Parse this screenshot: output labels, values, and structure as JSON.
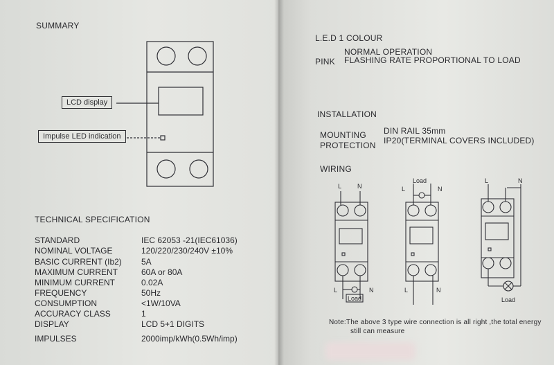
{
  "left_page": {
    "summary_heading": "SUMMARY",
    "callouts": {
      "lcd": "LCD display",
      "impulse": "Impulse LED indication"
    },
    "tech_heading": "TECHNICAL SPECIFICATION",
    "specs": [
      {
        "label": "STANDARD",
        "value": "IEC 62053 -21(IEC61036)"
      },
      {
        "label": "NOMINAL VOLTAGE",
        "value": "120/220/230/240V  ±10%"
      },
      {
        "label": "BASIC CURRENT  (Ib2)",
        "value": "5A"
      },
      {
        "label": "MAXIMUM CURRENT",
        "value": "60A or 80A"
      },
      {
        "label": "MINIMUM CURRENT",
        "value": "0.02A"
      },
      {
        "label": "FREQUENCY",
        "value": "50Hz"
      },
      {
        "label": "CONSUMPTION",
        "value": "<1W/10VA"
      },
      {
        "label": "ACCURACY CLASS",
        "value": "1"
      },
      {
        "label": "DISPLAY",
        "value": "LCD  5+1  DIGITS"
      },
      {
        "label": "IMPULSES",
        "value": "2000imp/kWh(0.5Wh/imp)"
      }
    ]
  },
  "right_page": {
    "led_heading": "L.E.D 1 COLOUR",
    "led_color": "PINK",
    "led_normal": "NORMAL OPERATION",
    "led_flashing": "FLASHING RATE PROPORTIONAL TO LOAD",
    "installation_heading": "INSTALLATION",
    "mounting_label": "MOUNTING",
    "mounting_value": "DIN RAIL  35mm",
    "protection_label": "PROTECTION",
    "protection_value": "IP20(TERMINAL COVERS INCLUDED)",
    "wiring_heading": "WIRING",
    "diagram_labels": {
      "L": "L",
      "N": "N",
      "load": "Load"
    },
    "note_line1": "Note:The above 3 type wire connection is all right ,the total energy",
    "note_line2": "still can measure"
  }
}
